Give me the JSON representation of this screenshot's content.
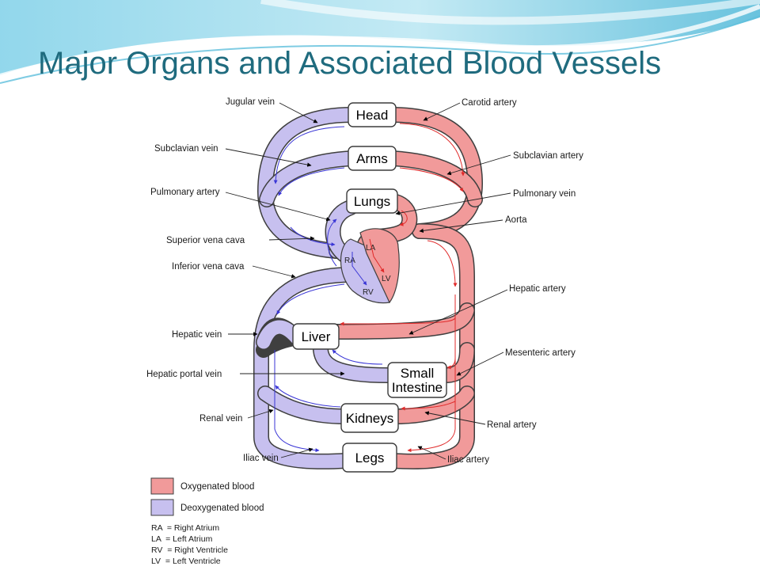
{
  "slide": {
    "title": "Major Organs and Associated Blood Vessels"
  },
  "colors": {
    "oxygenated": "#f19a9a",
    "deoxygenated": "#c7c0ef",
    "title": "#1f6b7e",
    "flow_blue": "#3a36d6",
    "flow_red": "#e02a2a"
  },
  "organs": {
    "head": "Head",
    "arms": "Arms",
    "lungs": "Lungs",
    "liver": "Liver",
    "small_intestine_1": "Small",
    "small_intestine_2": "Intestine",
    "kidneys": "Kidneys",
    "legs": "Legs"
  },
  "chambers": {
    "ra": "RA",
    "la": "LA",
    "rv": "RV",
    "lv": "LV"
  },
  "labels": {
    "jugular_vein": "Jugular vein",
    "subclavian_vein": "Subclavian vein",
    "pulmonary_artery": "Pulmonary artery",
    "superior_vena_cava": "Superior vena cava",
    "inferior_vena_cava": "Inferior vena cava",
    "hepatic_vein": "Hepatic vein",
    "hepatic_portal_vein": "Hepatic portal vein",
    "renal_vein": "Renal vein",
    "iliac_vein": "Iliac vein",
    "carotid_artery": "Carotid artery",
    "subclavian_artery": "Subclavian artery",
    "pulmonary_vein": "Pulmonary vein",
    "aorta": "Aorta",
    "hepatic_artery": "Hepatic artery",
    "mesenteric_artery": "Mesenteric artery",
    "renal_artery": "Renal artery",
    "iliac_artery": "Iliac artery"
  },
  "legend": {
    "oxygenated": "Oxygenated blood",
    "deoxygenated": "Deoxygenated blood"
  },
  "abbreviations": [
    "RA  = Right Atrium",
    "LA  = Left Atrium",
    "RV  = Right Ventricle",
    "LV  = Left Ventricle"
  ]
}
